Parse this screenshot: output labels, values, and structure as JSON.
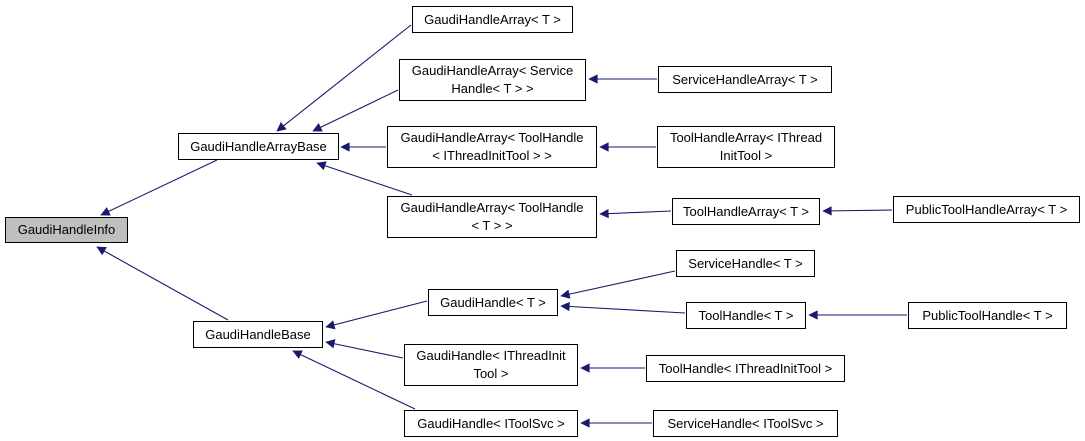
{
  "diagram": {
    "type": "class-inheritance-graph",
    "edge_color": "#191970",
    "box_border_color": "#000000",
    "box_fill_color": "#ffffff",
    "highlight_fill_color": "#bfbfbf",
    "nodes": [
      {
        "id": "GaudiHandleInfo",
        "label": "GaudiHandleInfo",
        "highlighted": true
      },
      {
        "id": "GaudiHandleArrayBase",
        "label": "GaudiHandleArrayBase",
        "highlighted": false
      },
      {
        "id": "GaudiHandleBase",
        "label": "GaudiHandleBase",
        "highlighted": false
      },
      {
        "id": "GaudiHandleArray_T",
        "label": "GaudiHandleArray< T >",
        "highlighted": false
      },
      {
        "id": "GaudiHandleArray_ServiceHandle_T",
        "label": "GaudiHandleArray< Service\nHandle< T > >",
        "highlighted": false
      },
      {
        "id": "ServiceHandleArray_T",
        "label": "ServiceHandleArray< T >",
        "highlighted": false
      },
      {
        "id": "GaudiHandleArray_ToolHandle_IThreadInitTool",
        "label": "GaudiHandleArray< ToolHandle\n< IThreadInitTool > >",
        "highlighted": false
      },
      {
        "id": "ToolHandleArray_IThreadInitTool",
        "label": "ToolHandleArray< IThread\nInitTool >",
        "highlighted": false
      },
      {
        "id": "GaudiHandleArray_ToolHandle_T",
        "label": "GaudiHandleArray< ToolHandle\n< T > >",
        "highlighted": false
      },
      {
        "id": "ToolHandleArray_T",
        "label": "ToolHandleArray< T >",
        "highlighted": false
      },
      {
        "id": "PublicToolHandleArray_T",
        "label": "PublicToolHandleArray< T >",
        "highlighted": false
      },
      {
        "id": "ServiceHandle_T",
        "label": "ServiceHandle< T >",
        "highlighted": false
      },
      {
        "id": "GaudiHandle_T",
        "label": "GaudiHandle< T >",
        "highlighted": false
      },
      {
        "id": "ToolHandle_T",
        "label": "ToolHandle< T >",
        "highlighted": false
      },
      {
        "id": "PublicToolHandle_T",
        "label": "PublicToolHandle< T >",
        "highlighted": false
      },
      {
        "id": "GaudiHandle_IThreadInitTool",
        "label": "GaudiHandle< IThreadInit\nTool >",
        "highlighted": false
      },
      {
        "id": "ToolHandle_IThreadInitTool",
        "label": "ToolHandle< IThreadInitTool >",
        "highlighted": false
      },
      {
        "id": "GaudiHandle_IToolSvc",
        "label": "GaudiHandle< IToolSvc >",
        "highlighted": false
      },
      {
        "id": "ServiceHandle_IToolSvc",
        "label": "ServiceHandle< IToolSvc >",
        "highlighted": false
      }
    ],
    "edges": [
      {
        "from": "GaudiHandleArrayBase",
        "to": "GaudiHandleInfo"
      },
      {
        "from": "GaudiHandleBase",
        "to": "GaudiHandleInfo"
      },
      {
        "from": "GaudiHandleArray_T",
        "to": "GaudiHandleArrayBase"
      },
      {
        "from": "GaudiHandleArray_ServiceHandle_T",
        "to": "GaudiHandleArrayBase"
      },
      {
        "from": "GaudiHandleArray_ToolHandle_IThreadInitTool",
        "to": "GaudiHandleArrayBase"
      },
      {
        "from": "GaudiHandleArray_ToolHandle_T",
        "to": "GaudiHandleArrayBase"
      },
      {
        "from": "ServiceHandleArray_T",
        "to": "GaudiHandleArray_ServiceHandle_T"
      },
      {
        "from": "ToolHandleArray_IThreadInitTool",
        "to": "GaudiHandleArray_ToolHandle_IThreadInitTool"
      },
      {
        "from": "ToolHandleArray_T",
        "to": "GaudiHandleArray_ToolHandle_T"
      },
      {
        "from": "PublicToolHandleArray_T",
        "to": "ToolHandleArray_T"
      },
      {
        "from": "GaudiHandle_T",
        "to": "GaudiHandleBase"
      },
      {
        "from": "GaudiHandle_IThreadInitTool",
        "to": "GaudiHandleBase"
      },
      {
        "from": "GaudiHandle_IToolSvc",
        "to": "GaudiHandleBase"
      },
      {
        "from": "ServiceHandle_T",
        "to": "GaudiHandle_T"
      },
      {
        "from": "ToolHandle_T",
        "to": "GaudiHandle_T"
      },
      {
        "from": "PublicToolHandle_T",
        "to": "ToolHandle_T"
      },
      {
        "from": "ToolHandle_IThreadInitTool",
        "to": "GaudiHandle_IThreadInitTool"
      },
      {
        "from": "ServiceHandle_IToolSvc",
        "to": "GaudiHandle_IToolSvc"
      }
    ]
  }
}
